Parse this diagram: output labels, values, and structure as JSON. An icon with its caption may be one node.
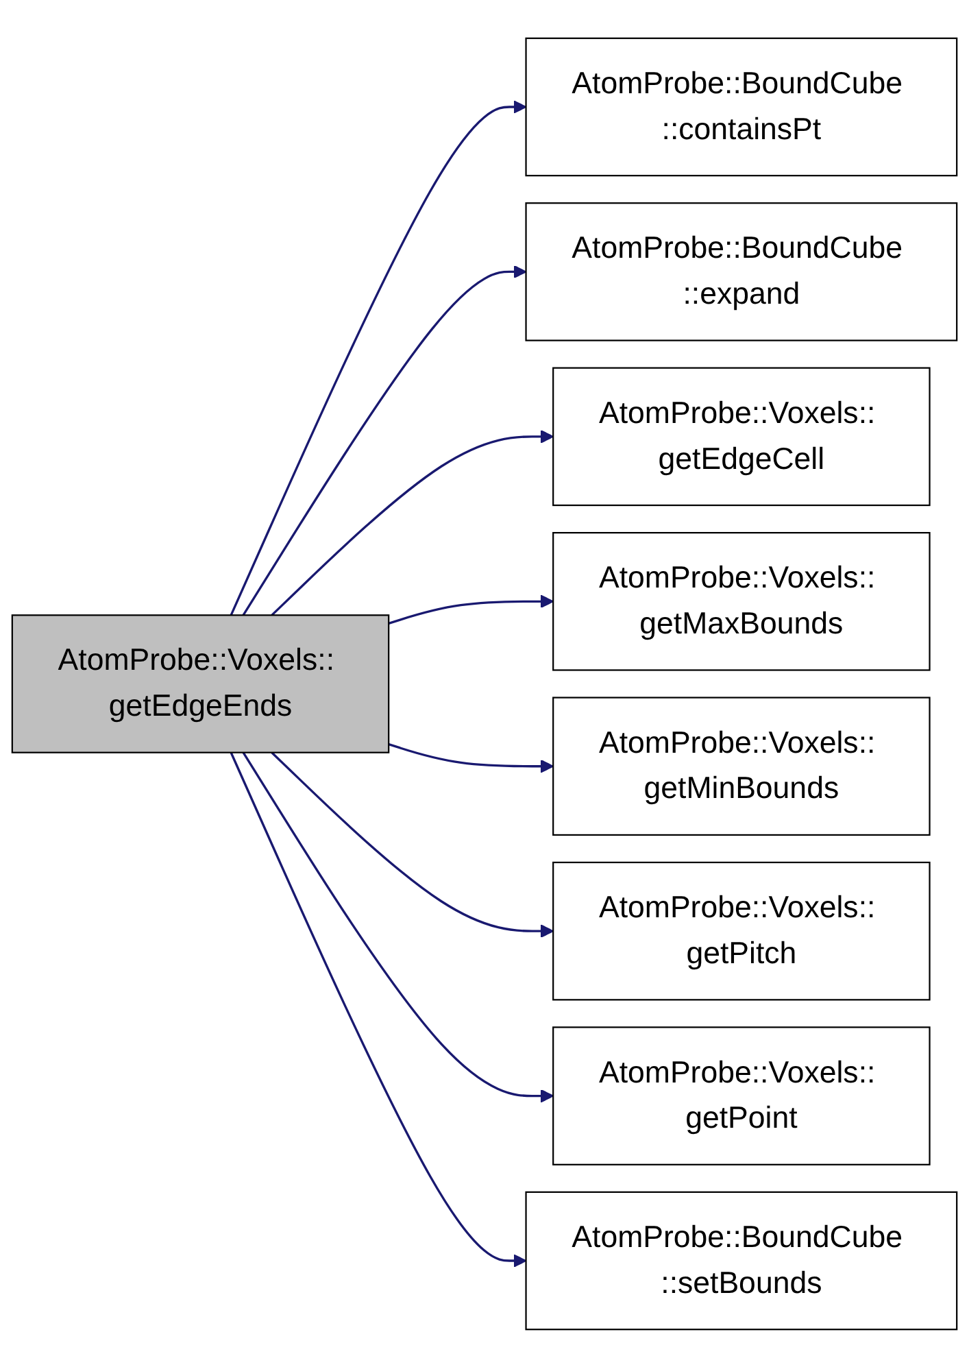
{
  "diagram": {
    "nodes": [
      {
        "text": [
          "AtomProbe::Voxels:: getEdgeEnds"
        ]
      },
      {
        "text": [
          "AtomProbe::BoundCube ::containsPt"
        ]
      },
      {
        "text": [
          "AtomProbe::BoundCube ::expand"
        ]
      },
      {
        "text": [
          "AtomProbe::Voxels:: getEdgeCell"
        ]
      },
      {
        "text": [
          "AtomProbe::Voxels:: getMaxBounds"
        ]
      },
      {
        "text": [
          "AtomProbe::Voxels:: getMinBounds"
        ]
      },
      {
        "text": [
          "AtomProbe::Voxels:: getPitch"
        ]
      },
      {
        "text": [
          "AtomProbe::Voxels:: getPoint"
        ]
      },
      {
        "text": [
          "AtomProbe::BoundCube ::setBounds"
        ]
      }
    ],
    "edges": [
      {
        "from": 0,
        "to": 1,
        "arrow": "to"
      },
      {
        "from": 0,
        "to": 2,
        "arrow": "to"
      },
      {
        "from": 0,
        "to": 3,
        "arrow": "to"
      },
      {
        "from": 0,
        "to": 4,
        "arrow": "to"
      },
      {
        "from": 0,
        "to": 5,
        "arrow": "to"
      },
      {
        "from": 0,
        "to": 6,
        "arrow": "to"
      },
      {
        "from": 0,
        "to": 7,
        "arrow": "to"
      },
      {
        "from": 0,
        "to": 8,
        "arrow": "to"
      }
    ]
  }
}
